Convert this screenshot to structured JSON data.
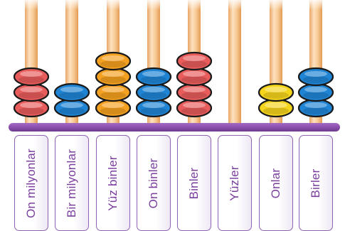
{
  "abacus": {
    "columns": [
      {
        "label": "On milyonlar",
        "beads": 3,
        "bead_color": "#e85c5c"
      },
      {
        "label": "Bir milyonlar",
        "beads": 2,
        "bead_color": "#1f84d4"
      },
      {
        "label": "Yüz binler",
        "beads": 4,
        "bead_color": "#f4a020"
      },
      {
        "label": "On binler",
        "beads": 3,
        "bead_color": "#1f84d4"
      },
      {
        "label": "Binler",
        "beads": 4,
        "bead_color": "#e85c5c"
      },
      {
        "label": "Yüzler",
        "beads": 0,
        "bead_color": ""
      },
      {
        "label": "Onlar",
        "beads": 2,
        "bead_color": "#f5d41c"
      },
      {
        "label": "Birler",
        "beads": 3,
        "bead_color": "#1f84d4"
      }
    ],
    "colors": {
      "rod": "#f7c48e",
      "base_bar": "#8b4fae",
      "label_border": "#8f64b4",
      "label_text": "#7a3e9d",
      "bead_outline": "#1a1a1a"
    }
  }
}
